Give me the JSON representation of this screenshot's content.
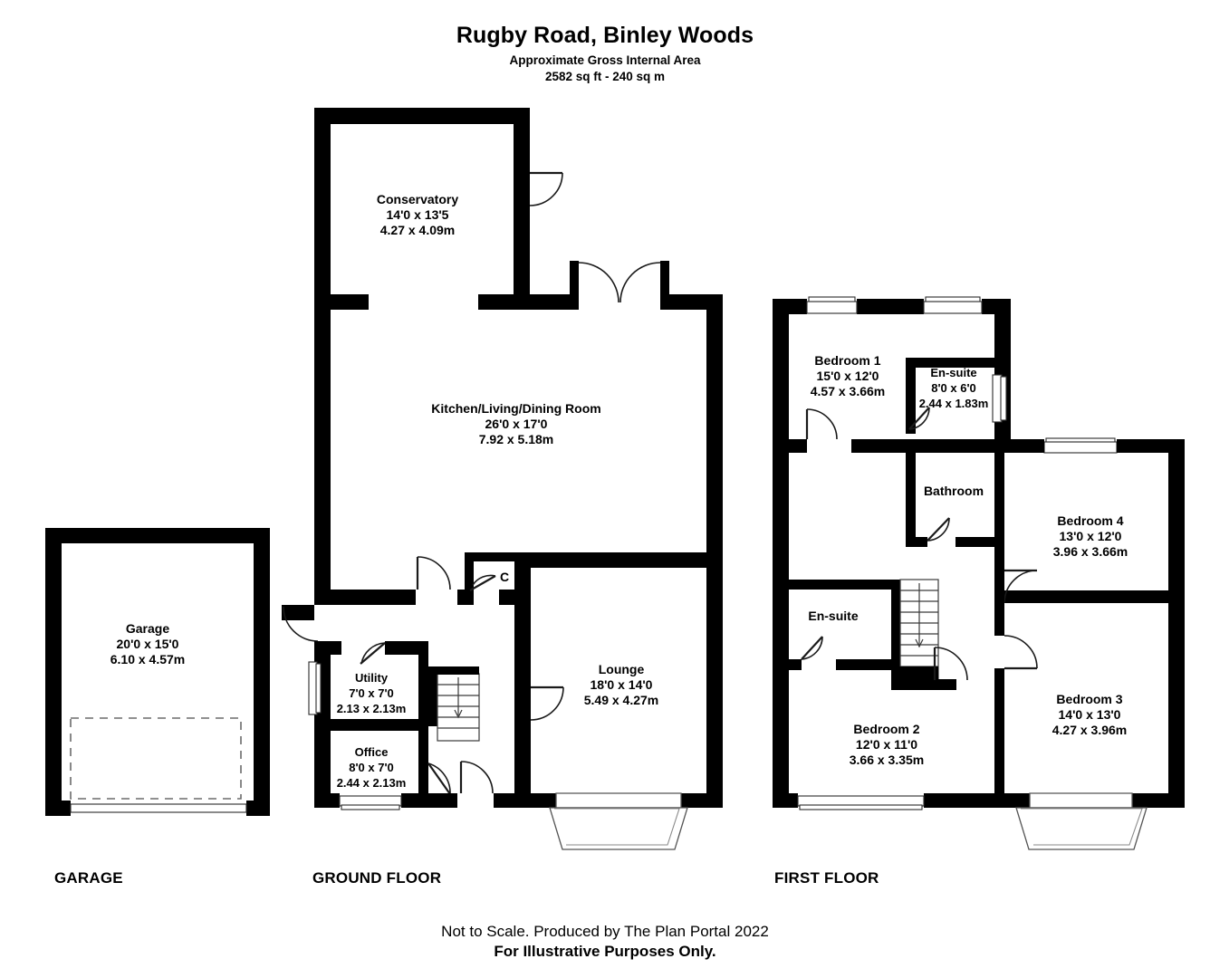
{
  "header": {
    "title": "Rugby Road, Binley Woods",
    "subtitle_line1": "Approximate Gross Internal Area",
    "subtitle_line2": "2582 sq ft - 240 sq m"
  },
  "footer": {
    "line1": "Not to Scale. Produced by The Plan Portal 2022",
    "line2": "For Illustrative Purposes Only."
  },
  "floor_captions": {
    "garage": "GARAGE",
    "ground": "GROUND FLOOR",
    "first": "FIRST FLOOR"
  },
  "garage_plan": {
    "rooms": [
      {
        "name": "Garage",
        "imperial": "20'0 x 15'0",
        "metric": "6.10 x 4.57m"
      }
    ]
  },
  "ground_plan": {
    "rooms": [
      {
        "name": "Conservatory",
        "imperial": "14'0 x 13'5",
        "metric": "4.27 x 4.09m"
      },
      {
        "name": "Kitchen/Living/Dining Room",
        "imperial": "26'0 x 17'0",
        "metric": "7.92 x 5.18m"
      },
      {
        "name": "Lounge",
        "imperial": "18'0 x 14'0",
        "metric": "5.49 x 4.27m"
      },
      {
        "name": "Utility",
        "imperial": "7'0 x 7'0",
        "metric": "2.13 x 2.13m"
      },
      {
        "name": "Office",
        "imperial": "8'0 x 7'0",
        "metric": "2.44 x 2.13m"
      }
    ],
    "cupboard": "C"
  },
  "first_plan": {
    "rooms": [
      {
        "name": "Bedroom 1",
        "imperial": "15'0 x 12'0",
        "metric": "4.57 x 3.66m"
      },
      {
        "name": "En-suite",
        "imperial": "8'0 x 6'0",
        "metric": "2.44 x 1.83m"
      },
      {
        "name": "Bedroom 4",
        "imperial": "13'0 x 12'0",
        "metric": "3.96 x 3.66m"
      },
      {
        "name": "Bedroom 3",
        "imperial": "14'0 x 13'0",
        "metric": "4.27 x 3.96m"
      },
      {
        "name": "Bedroom 2",
        "imperial": "12'0 x 11'0",
        "metric": "3.66 x 3.35m"
      }
    ],
    "bathroom": "Bathroom",
    "ensuite2": "En-suite"
  },
  "colors": {
    "wall": "#000000",
    "background": "#ffffff",
    "text": "#000000",
    "detail_gray": "#6b6b6b"
  }
}
